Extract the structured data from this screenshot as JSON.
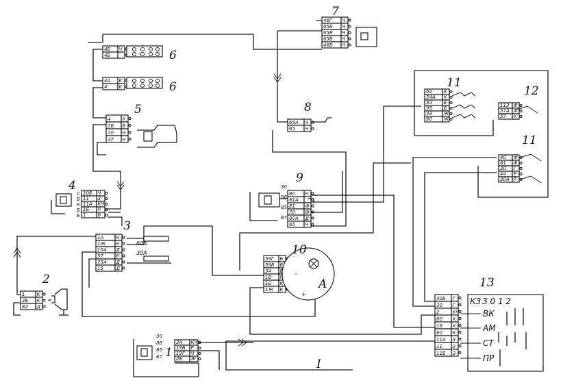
{
  "diagram": {
    "labels": {
      "n1": "1",
      "n2": "2",
      "n3": "3",
      "n4": "4",
      "n5": "5",
      "n6a": "6",
      "n6b": "6",
      "n7": "7",
      "n8": "8",
      "n9": "9",
      "n10": "10",
      "n11a": "11",
      "n11b": "11",
      "n12": "12",
      "n13": "13",
      "roman": "I",
      "gen_A": "A"
    },
    "blocks": {
      "b7": [
        [
          "46Г",
          "Ч"
        ],
        [
          "65Б",
          "Ч"
        ],
        [
          "65В",
          "Ч"
        ],
        [
          "65В",
          "Ч"
        ],
        [
          "46Б",
          "Ч"
        ]
      ],
      "b6a": [
        [
          "4Б",
          "Ч"
        ],
        [
          "4Б",
          ""
        ]
      ],
      "b6b": [
        [
          "4А",
          "К"
        ],
        [
          "4",
          "К"
        ]
      ],
      "b5": [
        [
          "4",
          "К"
        ],
        [
          "1Б",
          "Б"
        ],
        [
          "10",
          "Ч"
        ],
        [
          "47",
          "Ч"
        ]
      ],
      "b8": [
        [
          "65А",
          "Ч"
        ],
        [
          "65",
          "Ч"
        ]
      ],
      "b4": [
        [
          "10Б",
          "Ч"
        ],
        [
          "11",
          "З"
        ],
        [
          "11А",
          "КЧ"
        ],
        [
          "1Б",
          "Р"
        ],
        [
          "1",
          "Б"
        ]
      ],
      "b3": [
        [
          "1А",
          "К"
        ],
        [
          "1Ж",
          "К"
        ],
        [
          "15А",
          "Д"
        ],
        [
          "57",
          "К"
        ],
        [
          "75А",
          "Д"
        ],
        [
          "15",
          "Д"
        ]
      ],
      "b9": [
        [
          "80",
          "К"
        ],
        [
          "81А",
          ""
        ],
        [
          "81",
          "Ф"
        ],
        [
          "70",
          "Ф"
        ],
        [
          "80А",
          "Д"
        ],
        [
          "65",
          "Ч"
        ]
      ],
      "b10": [
        [
          "59Г",
          "Б"
        ],
        [
          "59Б",
          "Б"
        ],
        [
          "34",
          "Б"
        ],
        [
          "1В",
          "Р"
        ],
        [
          "1Б",
          "К"
        ],
        [
          "1Ж",
          "К"
        ]
      ],
      "b2": [
        [
          "1",
          "К"
        ],
        [
          "2Б",
          "К"
        ],
        [
          "82",
          "Д"
        ]
      ],
      "b1": [
        [
          "2А",
          "КЧ"
        ],
        [
          "19Б",
          "Р"
        ],
        [
          "19Г",
          "Ч"
        ],
        [
          "2Б",
          "Ж"
        ]
      ],
      "b11a": [
        [
          "62",
          "К"
        ],
        [
          "34А",
          "К"
        ],
        [
          "34",
          "Б"
        ],
        [
          "95",
          "Б"
        ],
        [
          "43",
          "Ж"
        ],
        [
          "60",
          "Ж"
        ]
      ],
      "b12": [
        [
          "11З",
          "Ф"
        ],
        [
          "57А",
          "Ф"
        ],
        [
          "57",
          "К"
        ]
      ],
      "b11b": [
        [
          "40",
          "Ф"
        ],
        [
          "61",
          "Ф"
        ],
        [
          "30",
          "Г"
        ],
        [
          "44",
          "Р"
        ],
        [
          "30А",
          "Р"
        ]
      ],
      "b13": [
        [
          "30Б",
          "Г"
        ],
        [
          "30",
          "Г"
        ],
        [
          "2",
          "КЧ"
        ],
        [
          "60",
          "К"
        ],
        [
          "16",
          "К"
        ],
        [
          "60",
          "К"
        ],
        [
          "11А",
          "З"
        ],
        [
          "11",
          "З"
        ],
        [
          "11Б",
          "З"
        ]
      ]
    },
    "pin_marks": {
      "b4_side": [
        "С",
        "Б",
        "К",
        "Б",
        "Б"
      ],
      "b1_side": [
        "30",
        "86",
        "85",
        "87"
      ],
      "b9_side": [
        "30",
        "86",
        "85",
        "87"
      ],
      "b10_arrow_top": "–",
      "b10_plus": "+"
    },
    "fuses": [
      "60А",
      "30А"
    ],
    "switch13": {
      "positions_header": "З 0 1 2",
      "rows": [
        "КЗ",
        "ВК",
        "АМ",
        "СТ",
        "ПР"
      ]
    }
  }
}
